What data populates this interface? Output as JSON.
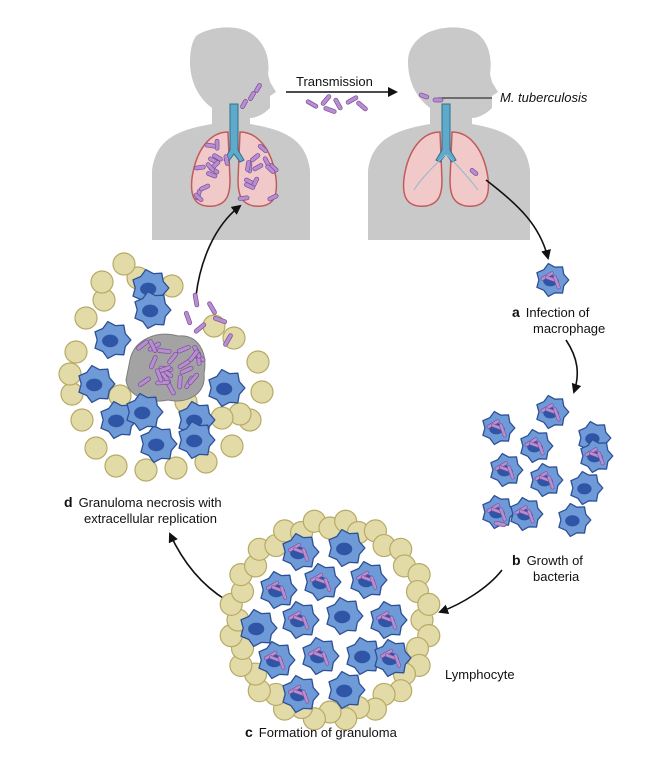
{
  "labels": {
    "transmission": "Transmission",
    "pathogen": "M. tuberculosis",
    "lymphocyte": "Lymphocyte"
  },
  "steps": [
    {
      "letter": "a",
      "lines": [
        "Infection of",
        "macrophage"
      ]
    },
    {
      "letter": "b",
      "lines": [
        "Growth of",
        "bacteria"
      ]
    },
    {
      "letter": "c",
      "lines": [
        "Formation of granuloma"
      ]
    },
    {
      "letter": "d",
      "lines": [
        "Granuloma necrosis with",
        "extracellular replication"
      ]
    }
  ],
  "colors": {
    "silhouette": "#c9c9c9",
    "lung_fill": "#f2c9c9",
    "lung_stroke": "#c25b5b",
    "trachea": "#5fa9c9",
    "bacterium": "#b78fd0",
    "bacterium_stroke": "#7a4d99",
    "macrophage": "#6f9ad8",
    "macrophage_stroke": "#2d4f95",
    "nucleus": "#2f56a6",
    "lymphocyte": "#e3dba7",
    "lymphocyte_stroke": "#b7aa66",
    "necrosis": "#a3a3a3",
    "arrow": "#111111"
  }
}
